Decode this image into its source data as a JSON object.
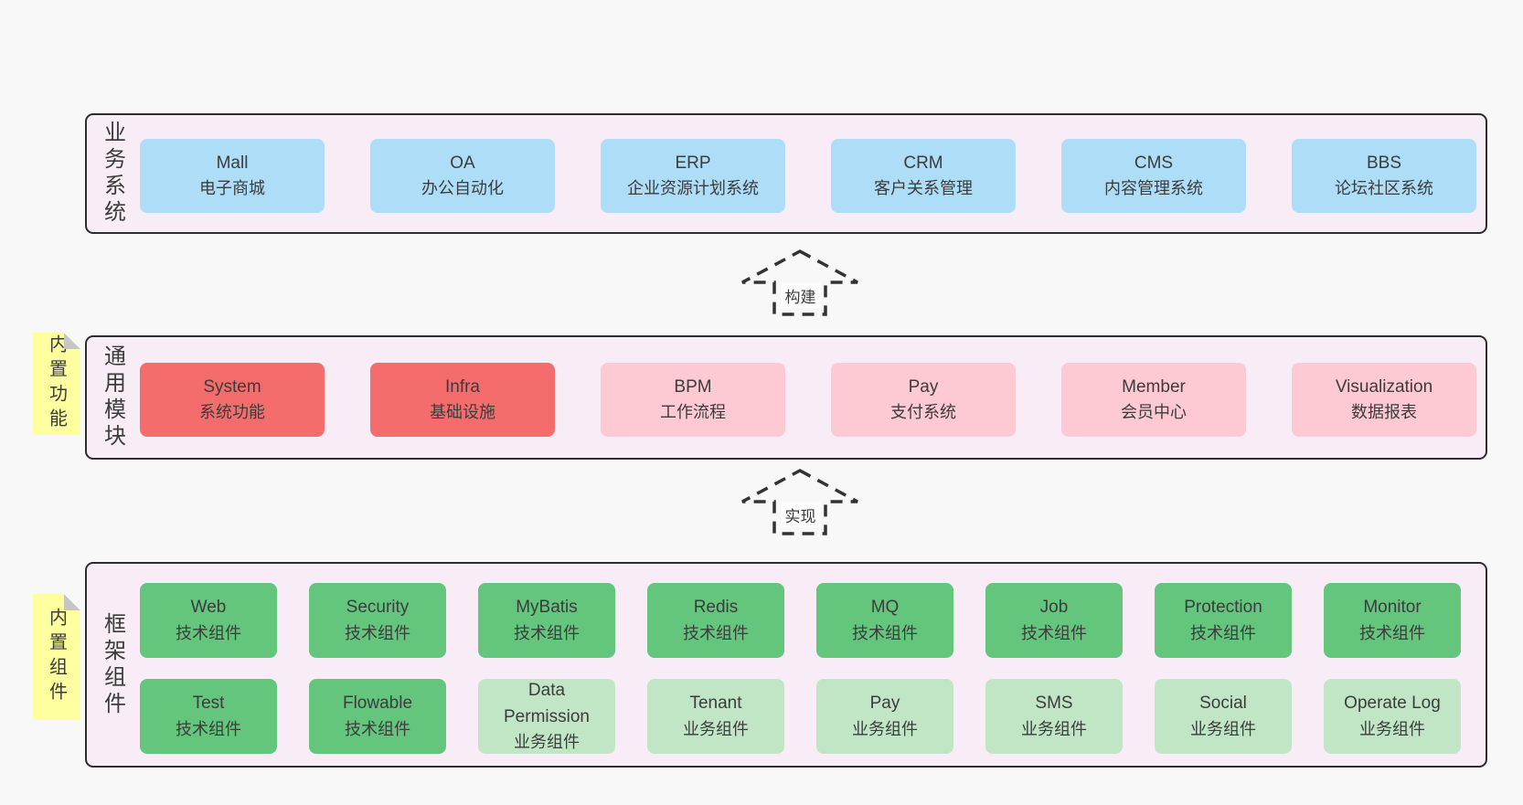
{
  "colors": {
    "page_bg": "#f8f8f8",
    "band_bg": "#f8edf6",
    "band_border": "#2e2e2e",
    "blue_box": "#aeddf8",
    "red_box": "#f56c6c",
    "pink_box": "#fdc9d2",
    "green_box": "#64c57d",
    "lightgreen_box": "#c0e6c6",
    "note_yellow": "#feff9e",
    "note_fold_gray": "#c6c6c6",
    "text": "#3c3c3c"
  },
  "arrows": [
    {
      "label": "构建"
    },
    {
      "label": "实现"
    }
  ],
  "bands": [
    {
      "label": "业务系统",
      "note": null,
      "rows": [
        [
          {
            "title": "Mall",
            "subtitle": "电子商城",
            "variant": "blue"
          },
          {
            "title": "OA",
            "subtitle": "办公自动化",
            "variant": "blue"
          },
          {
            "title": "ERP",
            "subtitle": "企业资源计划系统",
            "variant": "blue"
          },
          {
            "title": "CRM",
            "subtitle": "客户关系管理",
            "variant": "blue"
          },
          {
            "title": "CMS",
            "subtitle": "内容管理系统",
            "variant": "blue"
          },
          {
            "title": "BBS",
            "subtitle": "论坛社区系统",
            "variant": "blue"
          }
        ]
      ]
    },
    {
      "label": "通用模块",
      "note": "内置功能",
      "rows": [
        [
          {
            "title": "System",
            "subtitle": "系统功能",
            "variant": "red"
          },
          {
            "title": "Infra",
            "subtitle": "基础设施",
            "variant": "red"
          },
          {
            "title": "BPM",
            "subtitle": "工作流程",
            "variant": "pink"
          },
          {
            "title": "Pay",
            "subtitle": "支付系统",
            "variant": "pink"
          },
          {
            "title": "Member",
            "subtitle": "会员中心",
            "variant": "pink"
          },
          {
            "title": "Visualization",
            "subtitle": "数据报表",
            "variant": "pink"
          }
        ]
      ]
    },
    {
      "label": "框架组件",
      "note": "内置组件",
      "rows": [
        [
          {
            "title": "Web",
            "subtitle": "技术组件",
            "variant": "green"
          },
          {
            "title": "Security",
            "subtitle": "技术组件",
            "variant": "green"
          },
          {
            "title": "MyBatis",
            "subtitle": "技术组件",
            "variant": "green"
          },
          {
            "title": "Redis",
            "subtitle": "技术组件",
            "variant": "green"
          },
          {
            "title": "MQ",
            "subtitle": "技术组件",
            "variant": "green"
          },
          {
            "title": "Job",
            "subtitle": "技术组件",
            "variant": "green"
          },
          {
            "title": "Protection",
            "subtitle": "技术组件",
            "variant": "green"
          },
          {
            "title": "Monitor",
            "subtitle": "技术组件",
            "variant": "green"
          }
        ],
        [
          {
            "title": "Test",
            "subtitle": "技术组件",
            "variant": "green"
          },
          {
            "title": "Flowable",
            "subtitle": "技术组件",
            "variant": "green"
          },
          {
            "title": "Data Permission",
            "subtitle": "业务组件",
            "variant": "lightgreen"
          },
          {
            "title": "Tenant",
            "subtitle": "业务组件",
            "variant": "lightgreen"
          },
          {
            "title": "Pay",
            "subtitle": "业务组件",
            "variant": "lightgreen"
          },
          {
            "title": "SMS",
            "subtitle": "业务组件",
            "variant": "lightgreen"
          },
          {
            "title": "Social",
            "subtitle": "业务组件",
            "variant": "lightgreen"
          },
          {
            "title": "Operate Log",
            "subtitle": "业务组件",
            "variant": "lightgreen"
          }
        ]
      ]
    }
  ]
}
